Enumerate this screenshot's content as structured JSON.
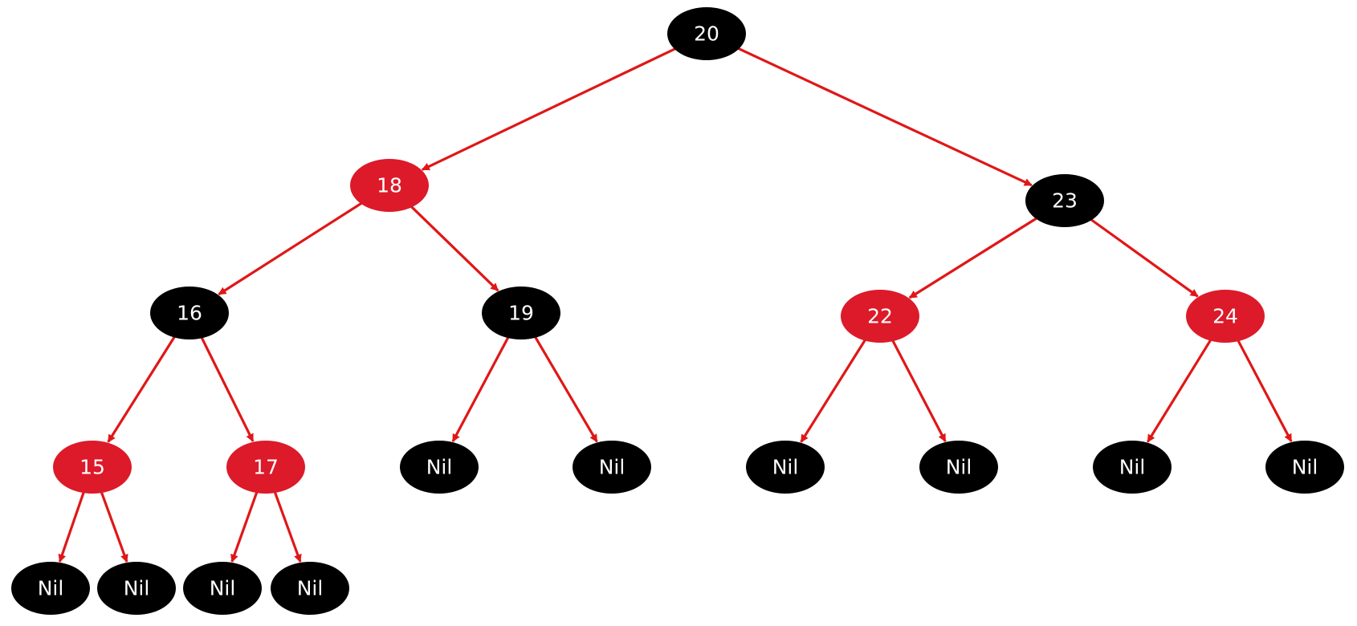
{
  "colors": {
    "black_node": "#000000",
    "red_node": "#dc1a2a",
    "edge": "#e01717",
    "label": "#ffffff"
  },
  "nodes": {
    "n20": {
      "label": "20",
      "color": "black"
    },
    "n18": {
      "label": "18",
      "color": "red"
    },
    "n23": {
      "label": "23",
      "color": "black"
    },
    "n16": {
      "label": "16",
      "color": "black"
    },
    "n19": {
      "label": "19",
      "color": "black"
    },
    "n22": {
      "label": "22",
      "color": "red"
    },
    "n24": {
      "label": "24",
      "color": "red"
    },
    "n15": {
      "label": "15",
      "color": "red"
    },
    "n17": {
      "label": "17",
      "color": "red"
    },
    "nil19l": {
      "label": "Nil",
      "color": "black"
    },
    "nil19r": {
      "label": "Nil",
      "color": "black"
    },
    "nil22l": {
      "label": "Nil",
      "color": "black"
    },
    "nil22r": {
      "label": "Nil",
      "color": "black"
    },
    "nil24l": {
      "label": "Nil",
      "color": "black"
    },
    "nil24r": {
      "label": "Nil",
      "color": "black"
    },
    "nil15l": {
      "label": "Nil",
      "color": "black"
    },
    "nil15r": {
      "label": "Nil",
      "color": "black"
    },
    "nil17l": {
      "label": "Nil",
      "color": "black"
    },
    "nil17r": {
      "label": "Nil",
      "color": "black"
    }
  },
  "edges": [
    {
      "from": "n20",
      "to": "n18"
    },
    {
      "from": "n20",
      "to": "n23"
    },
    {
      "from": "n18",
      "to": "n16"
    },
    {
      "from": "n18",
      "to": "n19"
    },
    {
      "from": "n23",
      "to": "n22"
    },
    {
      "from": "n23",
      "to": "n24"
    },
    {
      "from": "n16",
      "to": "n15"
    },
    {
      "from": "n16",
      "to": "n17"
    },
    {
      "from": "n19",
      "to": "nil19l"
    },
    {
      "from": "n19",
      "to": "nil19r"
    },
    {
      "from": "n22",
      "to": "nil22l"
    },
    {
      "from": "n22",
      "to": "nil22r"
    },
    {
      "from": "n24",
      "to": "nil24l"
    },
    {
      "from": "n24",
      "to": "nil24r"
    },
    {
      "from": "n15",
      "to": "nil15l"
    },
    {
      "from": "n15",
      "to": "nil15r"
    },
    {
      "from": "n17",
      "to": "nil17l"
    },
    {
      "from": "n17",
      "to": "nil17r"
    }
  ]
}
